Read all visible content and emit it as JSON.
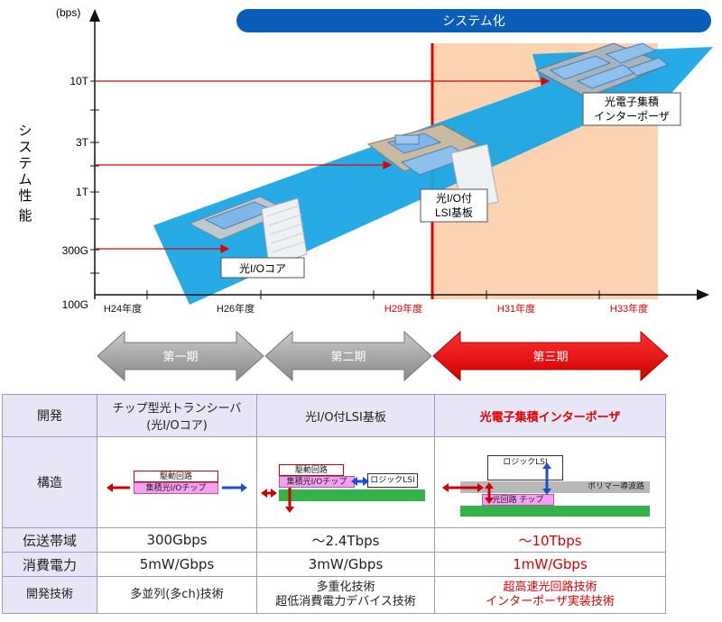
{
  "system_banner": "システム化",
  "y_axis": {
    "unit": "(bps)",
    "title": "システム性能",
    "ticks": [
      "10T",
      "3T",
      "1T",
      "300G",
      "100G"
    ]
  },
  "x_axis": {
    "ticks": [
      {
        "label": "H24年度",
        "red": false
      },
      {
        "label": "H26年度",
        "red": false
      },
      {
        "label": "H29年度",
        "red": true
      },
      {
        "label": "H31年度",
        "red": true
      },
      {
        "label": "H33年度",
        "red": true
      }
    ]
  },
  "stage_labels": {
    "s1": "光I/Oコア",
    "s2_line1": "光I/O付",
    "s2_line2": "LSI基板",
    "s3_line1": "光電子集積",
    "s3_line2": "インターポーザ"
  },
  "phases": [
    "第一期",
    "第二期",
    "第三期"
  ],
  "colors": {
    "banner": "#0a5db8",
    "arrow": "#1aa7e6",
    "highlight": "#fcd2b0",
    "red": "#e00000",
    "gray_phase": "#9b9b9b"
  },
  "table": {
    "row_labels": {
      "development": "開発",
      "structure": "構造",
      "bandwidth": "伝送帯域",
      "power": "消費電力",
      "technology": "開発技術"
    },
    "development": {
      "c1_line1": "チップ型光トランシーバ",
      "c1_line2": "(光I/Oコア)",
      "c2": "光I/O付LSI基板",
      "c3": "光電子集積インターポーザ"
    },
    "structure": {
      "c1_drive": "駆動回路",
      "c1_chip": "集積光I/Oチップ",
      "c2_drive": "駆動回路",
      "c2_chip": "集積光I/Oチップ",
      "c2_logic": "ロジックLSI",
      "c3_logic": "ロジックLSI",
      "c3_waveguide": "ポリマー導波路",
      "c3_chip": "光回路 チップ"
    },
    "bandwidth": {
      "c1": "300Gbps",
      "c2": "～2.4Tbps",
      "c3": "～10Tbps"
    },
    "power": {
      "c1": "5mW/Gbps",
      "c2": "3mW/Gbps",
      "c3": "1mW/Gbps"
    },
    "technology": {
      "c1": "多並列(多ch)技術",
      "c2_line1": "多重化技術",
      "c2_line2": "超低消費電力デバイス技術",
      "c3_line1": "超高速光回路技術",
      "c3_line2": "インターポーザ実装技術"
    }
  }
}
